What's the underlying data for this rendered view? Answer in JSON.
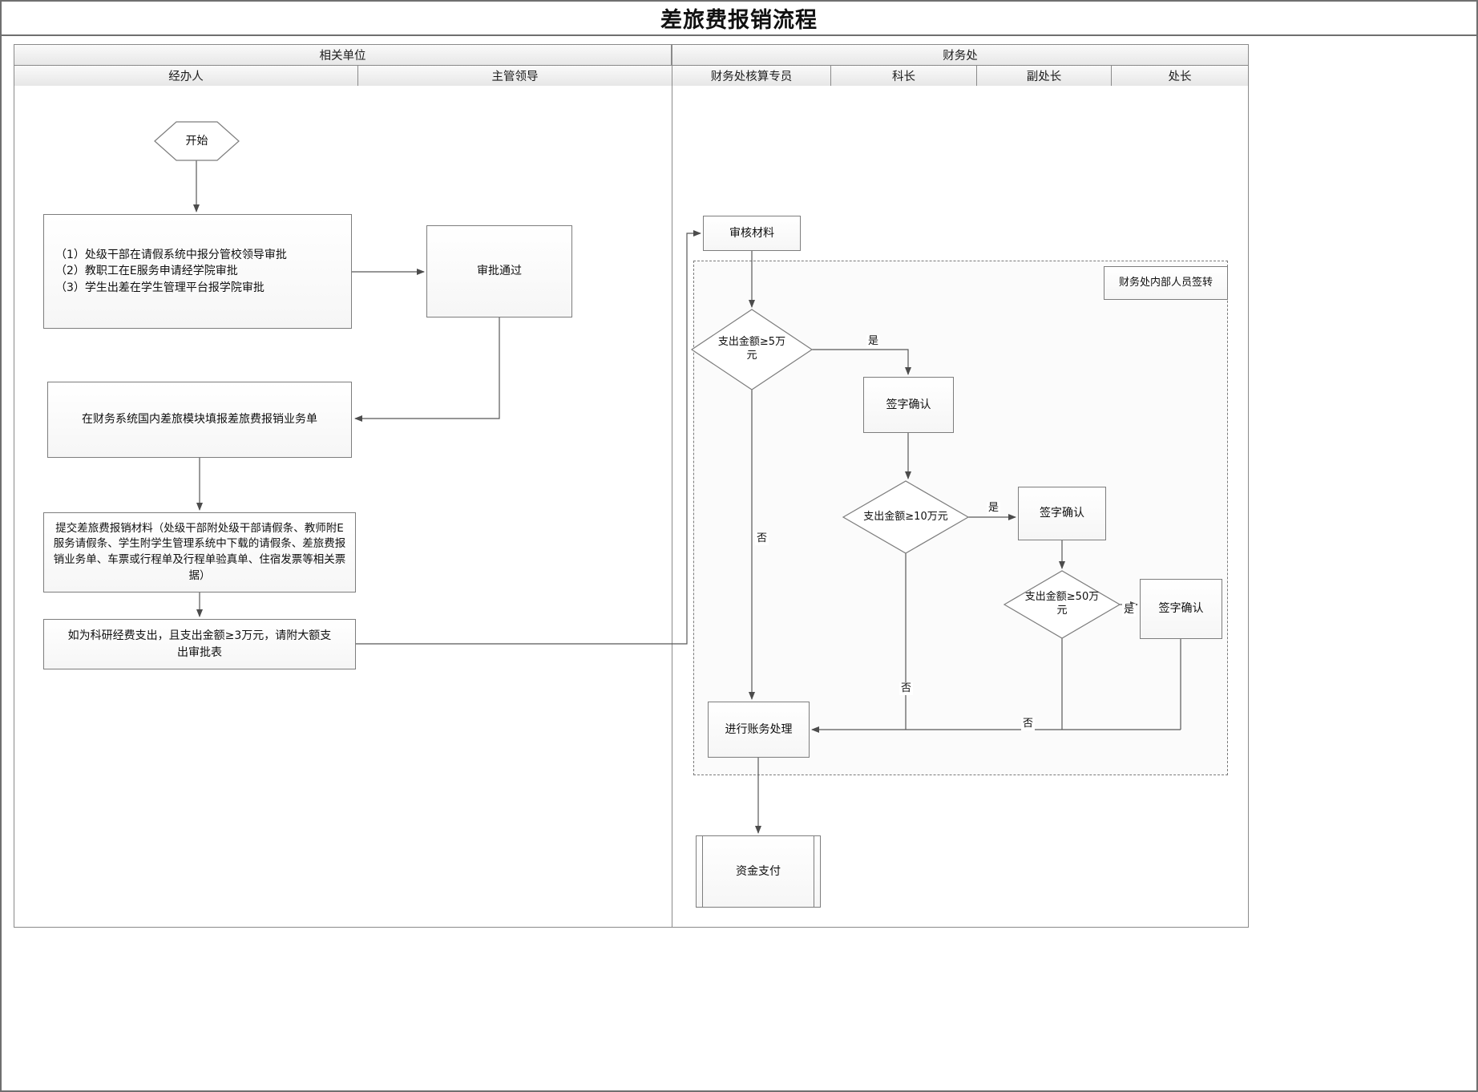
{
  "title": "差旅费报销流程",
  "lanes": {
    "related_units": "相关单位",
    "finance_office": "财务处",
    "handler": "经办人",
    "supervisor": "主管领导",
    "finance_accountant": "财务处核算专员",
    "section_chief": "科长",
    "deputy_director": "副处长",
    "director": "处长"
  },
  "nodes": {
    "start": "开始",
    "pre_approval": "（1）处级干部在请假系统中报分管校领导审批\n（2）教职工在E服务申请经学院审批\n（3）学生出差在学生管理平台报学院审批",
    "approval_passed": "审批通过",
    "fill_form": "在财务系统国内差旅模块填报差旅费报销业务单",
    "submit_materials": "提交差旅费报销材料（处级干部附处级干部请假条、教师附E服务请假条、学生附学生管理系统中下载的请假条、差旅费报销业务单、车票或行程单及行程单验真单、住宿发票等相关票据）",
    "large_expense_note": "如为科研经费支出，且支出金额≥3万元，请附大额支出审批表",
    "review_materials": "审核材料",
    "internal_transfer_label": "财务处内部人员签转",
    "decision_5w": "支出金额≥5万元",
    "sign_confirm_chief": "签字确认",
    "decision_10w": "支出金额≥10万元",
    "sign_confirm_deputy": "签字确认",
    "decision_50w": "支出金额≥50万元",
    "sign_confirm_director": "签字确认",
    "account_processing": "进行账务处理",
    "payment": "资金支付"
  },
  "edge_labels": {
    "yes_5w": "是",
    "no_5w": "否",
    "yes_10w": "是",
    "no_10w": "否",
    "yes_50w": "是",
    "no_50w": "否"
  }
}
